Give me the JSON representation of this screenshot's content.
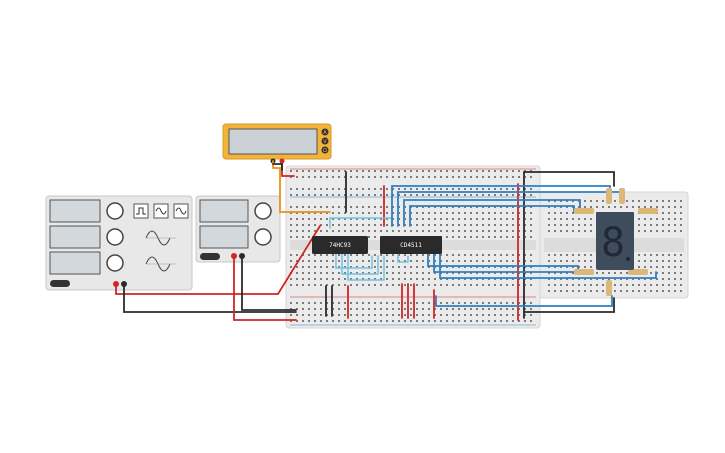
{
  "components": {
    "multimeter": {
      "name": "Multimeter",
      "knob_symbols": [
        "A",
        "V",
        "Ω"
      ]
    },
    "function_generator": {
      "name": "Function Generator",
      "waveforms": [
        "square",
        "sine",
        "triangle"
      ]
    },
    "power_supply": {
      "name": "Power Supply"
    },
    "ic_counter": {
      "label": "74HC93"
    },
    "ic_decoder": {
      "label": "CD4511"
    },
    "display": {
      "name": "7-Segment Display",
      "digit": "8"
    }
  },
  "colors": {
    "wire_black": "#2b2b2b",
    "wire_red": "#d32525",
    "wire_blue": "#2f7fc1",
    "wire_light_blue": "#6fc3e3",
    "wire_orange": "#e8921a",
    "meter_frame": "#f2b33a",
    "breadboard": "#eeeeee",
    "chip": "#2a2a2a"
  }
}
